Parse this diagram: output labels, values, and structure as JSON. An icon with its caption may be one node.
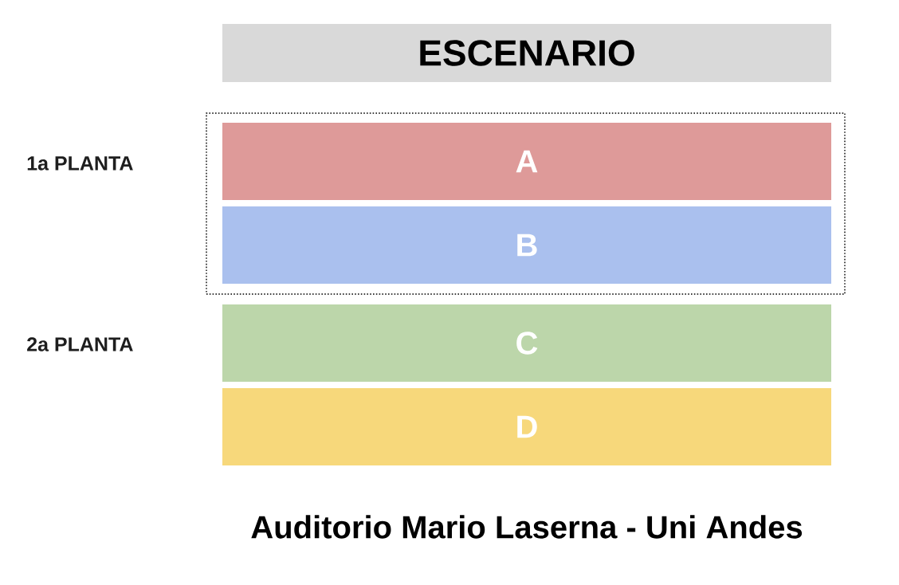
{
  "diagram": {
    "caption": "Auditorio Mario Laserna - Uni Andes",
    "nodes": [
      {
        "text": [
          "ESCENARIO"
        ]
      },
      {
        "text": [],
        "shape": "box"
      },
      {
        "text": [
          "A"
        ],
        "in": 1
      },
      {
        "text": [
          "B"
        ],
        "in": 1
      },
      {
        "text": [
          "C"
        ]
      },
      {
        "text": [
          "D"
        ]
      }
    ],
    "labels": [
      "1a PLANTA",
      "2a PLANTA"
    ]
  }
}
